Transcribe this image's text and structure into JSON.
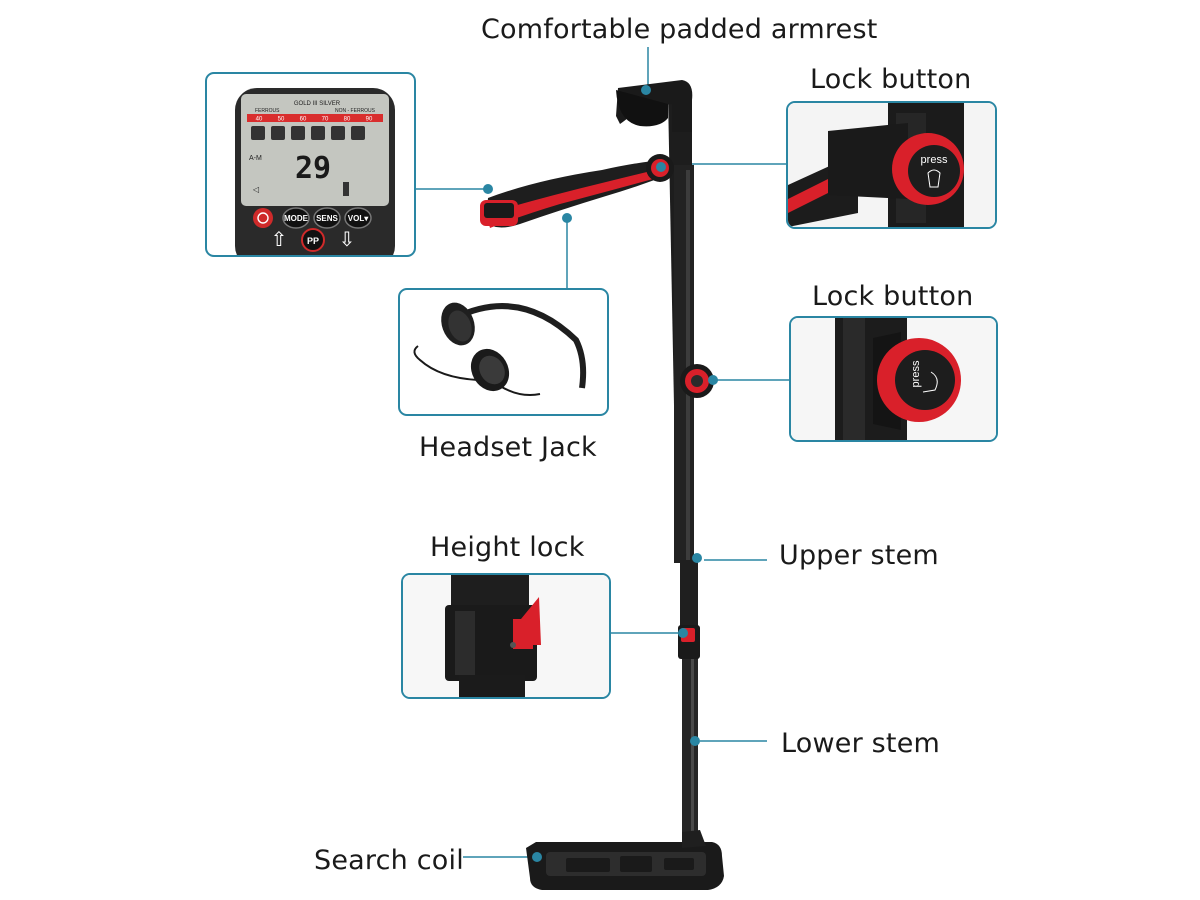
{
  "labels": {
    "armrest": "Comfortable padded armrest",
    "lock_button_1": "Lock button",
    "lock_button_2": "Lock button",
    "headset_jack": "Headset Jack",
    "height_lock": "Height lock",
    "upper_stem": "Upper stem",
    "lower_stem": "Lower stem",
    "search_coil": "Search coil"
  },
  "control_box": {
    "scale_header": "GOLD III SILVER",
    "ferrous_label": "FERROUS",
    "non_ferrous_label": "NON - FERROUS",
    "scale_values": [
      "40",
      "50",
      "60",
      "70",
      "80",
      "90"
    ],
    "mode_indicator": "A-M",
    "display_value": "29",
    "buttons": [
      "MODE",
      "SENS",
      "VOL▾"
    ],
    "pinpoint_button": "PP"
  },
  "lock_button_text": "press",
  "colors": {
    "callout_line": "#2a86a3",
    "callout_dot": "#2a86a3",
    "accent_red": "#d9202a",
    "body_black": "#1b1b1b"
  }
}
